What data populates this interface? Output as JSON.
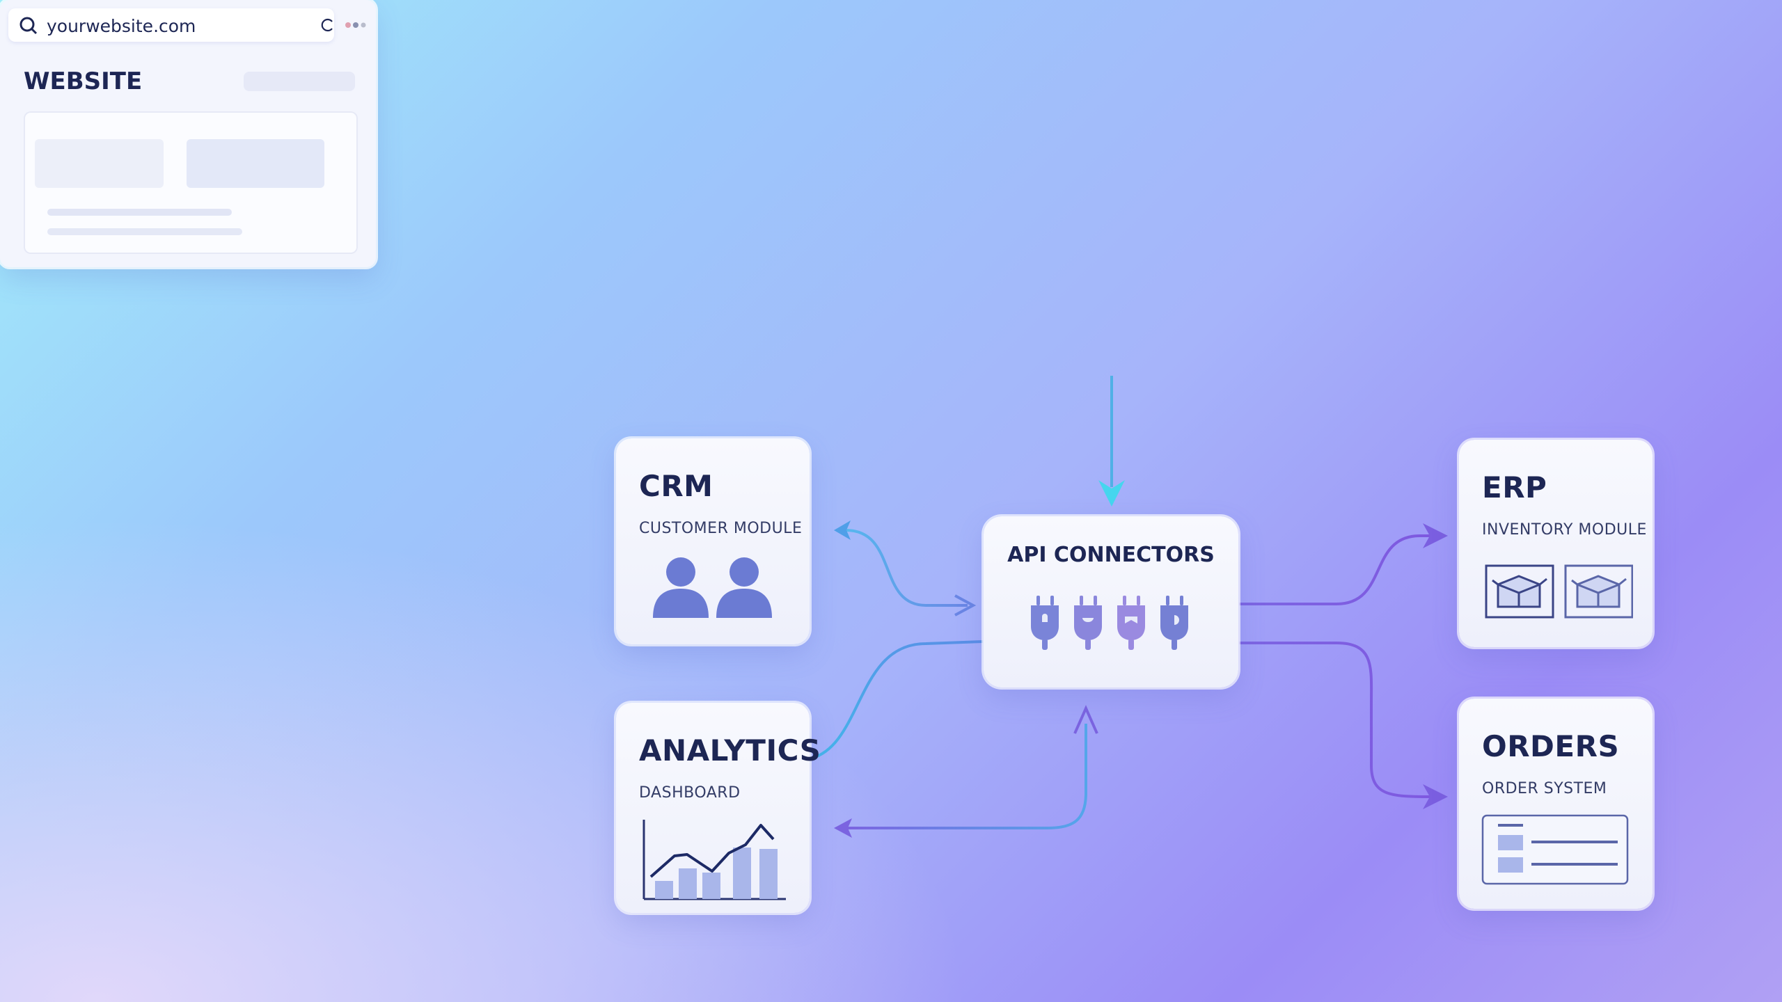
{
  "website": {
    "url": "yourwebsite.com",
    "title": "WEBSITE"
  },
  "nodes": {
    "crm": {
      "title": "CRM",
      "subtitle": "CUSTOMER MODULE",
      "icon": "users-icon"
    },
    "analytics": {
      "title": "ANALYTICS",
      "subtitle": "DASHBOARD",
      "icon": "bar-line-chart-icon"
    },
    "api": {
      "title": "API CONNECTORS",
      "icon": "plug-icons"
    },
    "erp": {
      "title": "ERP",
      "subtitle": "INVENTORY MODULE",
      "icon": "box-icons"
    },
    "orders": {
      "title": "ORDERS",
      "subtitle": "ORDER SYSTEM",
      "icon": "list-document-icon"
    }
  },
  "colors": {
    "title_text": "#1d2654",
    "icon_fill": "#6b7bd3",
    "link_blue": "#4aa6e8",
    "link_violet": "#7b62e0",
    "arrow_cyan": "#45d6ee"
  }
}
